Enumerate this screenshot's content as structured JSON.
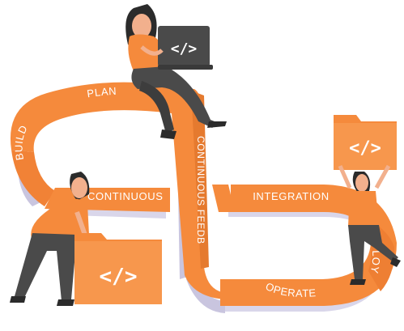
{
  "stages": {
    "plan": "PLAN",
    "build": "BUILD",
    "continuous": "CONTINUOUS",
    "continuous_feedback": "CONTINUOUS FEEDBACK",
    "integration": "INTEGRATION",
    "deploy": "DEPLOY",
    "operate": "OPERATE"
  },
  "code_symbol": "</>",
  "colors": {
    "track": "#f58a3c",
    "track_dark": "#e07128",
    "track_side": "#d9d6ea",
    "track_shadow": "#b9b5d2",
    "folder": "#f58a3c",
    "laptop": "#4a4a4a",
    "skin": "#f2b08d",
    "hair": "#2b2b2b",
    "pants": "#4a4a4a"
  },
  "icons": [
    "code-folder-icon",
    "laptop-icon"
  ]
}
